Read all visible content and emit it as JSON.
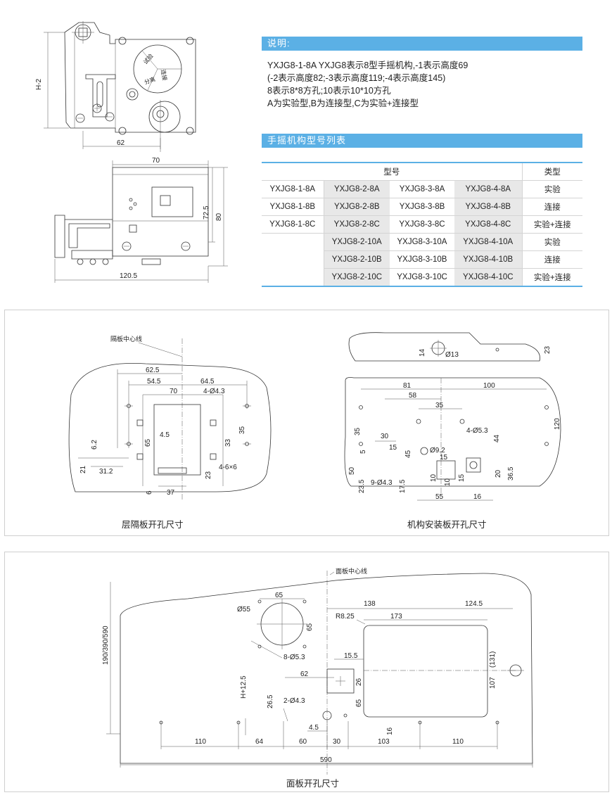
{
  "section_titles": {
    "description": "说明:",
    "model_list": "手摇机构型号列表"
  },
  "description_lines": [
    "YXJG8-1-8A  YXJG8表示8型手摇机构,-1表示高度69",
    "(-2表示高度82;-3表示高度119;-4表示高度145)",
    "8表示8*8方孔;10表示10*10方孔",
    "A为实验型,B为连接型,C为实验+连接型"
  ],
  "table": {
    "header_model": "型号",
    "header_type": "类型",
    "rows": [
      {
        "cells": [
          "YXJG8-1-8A",
          "YXJG8-2-8A",
          "YXJG8-3-8A",
          "YXJG8-4-8A"
        ],
        "type": "实验"
      },
      {
        "cells": [
          "YXJG8-1-8B",
          "YXJG8-2-8B",
          "YXJG8-3-8B",
          "YXJG8-4-8B"
        ],
        "type": "连接"
      },
      {
        "cells": [
          "YXJG8-1-8C",
          "YXJG8-2-8C",
          "YXJG8-3-8C",
          "YXJG8-4-8C"
        ],
        "type": "实验+连接"
      },
      {
        "cells": [
          "",
          "YXJG8-2-10A",
          "YXJG8-3-10A",
          "YXJG8-4-10A"
        ],
        "type": "实验"
      },
      {
        "cells": [
          "",
          "YXJG8-2-10B",
          "YXJG8-3-10B",
          "YXJG8-4-10B"
        ],
        "type": "连接"
      },
      {
        "cells": [
          "",
          "YXJG8-2-10C",
          "YXJG8-3-10C",
          "YXJG8-4-10C"
        ],
        "type": "实验+连接"
      }
    ]
  },
  "mechanism_drawing": {
    "dims": {
      "height": "H-2",
      "width_62": "62",
      "top_70": "70",
      "side_72_5": "72.5",
      "side_80": "80",
      "bottom_120_5": "120.5"
    },
    "dial": {
      "test": "试验",
      "connect": "连接",
      "separate": "分离"
    }
  },
  "floor_plate": {
    "caption": "层隔板开孔尺寸",
    "center_line": "隔板中心线",
    "dims": [
      "62.5",
      "54.5",
      "64.5",
      "4-Ø4.3",
      "70",
      "35",
      "6.2",
      "65",
      "4.5",
      "33",
      "21",
      "31.2",
      "23",
      "4-6×6",
      "6",
      "37"
    ]
  },
  "mount_plate": {
    "caption": "机构安装板开孔尺寸",
    "dims": [
      "14",
      "Ø13",
      "23",
      "81",
      "100",
      "58",
      "35",
      "4-Ø5.3",
      "35",
      "30",
      "15",
      "5",
      "45",
      "44",
      "120",
      "Ø9.2",
      "15",
      "50",
      "23.5",
      "20",
      "36.5",
      "10",
      "9-Ø4.3",
      "17.5",
      "15",
      "10",
      "55",
      "16"
    ]
  },
  "panel_plate": {
    "caption": "面板开孔尺寸",
    "center_line": "面板中心线",
    "dims": [
      "190/390/590",
      "Ø55",
      "65",
      "65",
      "8-Ø5.3",
      "138",
      "124.5",
      "R8.25",
      "173",
      "15.5",
      "(131)",
      "107",
      "H+12.5",
      "62",
      "26",
      "26.5",
      "2-Ø4.3",
      "65",
      "4.5",
      "16",
      "110",
      "64",
      "60",
      "30",
      "103",
      "110",
      "590"
    ]
  }
}
